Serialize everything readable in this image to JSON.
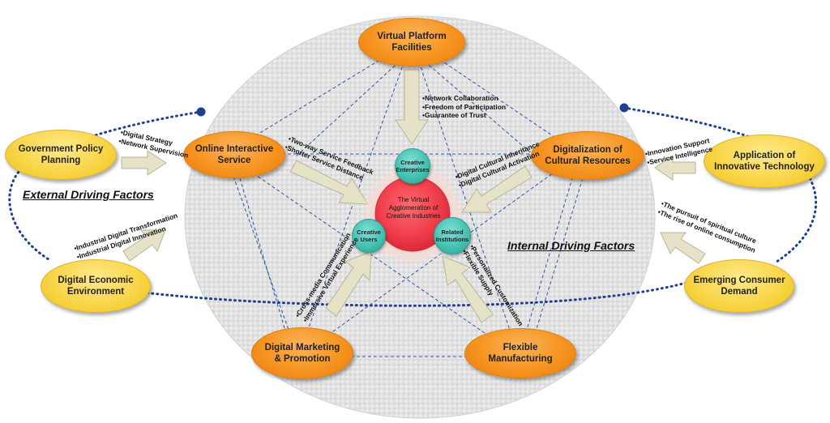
{
  "headings": {
    "external": "External Driving Factors",
    "internal": "Internal Driving Factors"
  },
  "center": {
    "core": "The Virtual Agglomeration of Creative Industries",
    "creative_enterprises": "Creative Enterprises",
    "creative_users": "Creative Users",
    "related_institutions": "Related Institutions"
  },
  "internal_nodes": {
    "virtual_platform": "Virtual Platform Facilities",
    "online_service": "Online Interactive Service",
    "digitalization": "Digitalization of Cultural Resources",
    "digital_marketing": "Digital Marketing & Promotion",
    "flexible_manufacturing": "Flexible Manufacturing"
  },
  "external_nodes": {
    "government_policy": "Government Policy Planning",
    "digital_economic": "Digital Economic Environment",
    "innovative_technology": "Application of Innovative Technology",
    "consumer_demand": "Emerging Consumer Demand"
  },
  "labels": {
    "platform": [
      "•Network Collaboration",
      "•Freedom of Participation",
      "•Guarantee of Trust"
    ],
    "service": [
      "•Two-way Service Feedback",
      "•Shorter Service Distance"
    ],
    "digitalization": [
      "•Digital Cultural Inheritance",
      "•Digital Cultural Activation"
    ],
    "marketing": [
      "•Cross-media Communication",
      "•Immersive Virtual Experience"
    ],
    "manufacturing": [
      "•Personalized Customization",
      "•Flexible Supply"
    ],
    "government": [
      "•Digital Strategy",
      "•Network Supervision"
    ],
    "economic": [
      "•Industrial Digital Transformation",
      "•Industrial Digital Innovation"
    ],
    "technology": [
      "•Innovation Support",
      "•Service Intelligence"
    ],
    "consumer": [
      "•The pursuit of spiritual culture",
      "•The rise of online consumption"
    ]
  },
  "colors": {
    "internal_node": "#f6941f",
    "external_node": "#f8d444",
    "core": "#f0404f",
    "subject": "#39b8a8",
    "dotted_link": "#1f3f8f",
    "dashed_link": "#2a55a8",
    "arrow": "#e6e2c8"
  }
}
